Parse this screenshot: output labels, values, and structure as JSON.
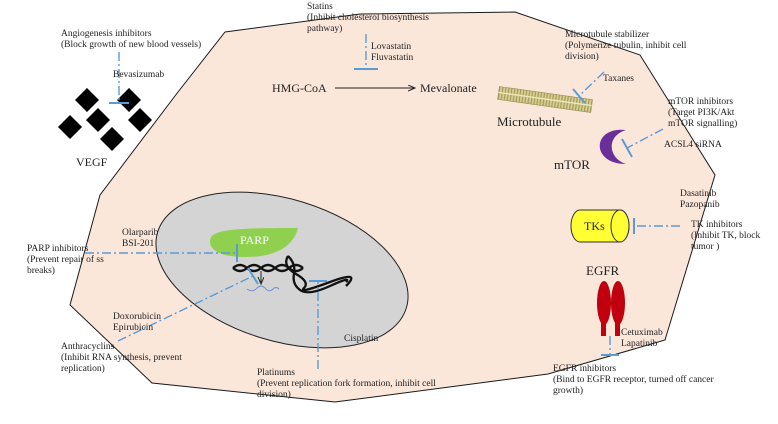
{
  "colors": {
    "cell_fill": "#fbe6da",
    "cell_stroke": "#1a1a1a",
    "nucleus_fill": "#d4d4d4",
    "inhibitor_line": "#5b9bd5",
    "parp_fill": "#8fd14f",
    "mtor_fill": "#6b2f9a",
    "tk_fill": "#ffff33",
    "egfr_fill": "#c0000e",
    "vegf_fill": "#000000",
    "microtubule_fill": "#cfc68a"
  },
  "icons": {
    "vegf": "diamond-cluster-icon",
    "microtubule": "striped-rod-icon",
    "mtor": "crescent-icon",
    "tks": "cylinder-icon",
    "egfr": "receptor-pair-icon",
    "parp": "leaf-blob-icon",
    "dna": "double-helix-icon"
  },
  "angiogenesis": {
    "title": "Angiogenesis inhibitors",
    "desc": "(Block growth of new blood vessels)",
    "drug": "Bevasizumab",
    "target": "VEGF"
  },
  "statins": {
    "title": "Statins",
    "desc": [
      "(Inhibit cholesterol biosynthesis",
      "pathway)"
    ],
    "drugs": [
      "Lovastatin",
      "Fluvastatin"
    ],
    "pathway_from": "HMG-CoA",
    "pathway_to": "Mevalonate"
  },
  "microtubule": {
    "title": "Microtubule stabilizer",
    "desc": [
      "(Polymerize tubulin, inhibit cell",
      "division)"
    ],
    "drug": "Taxanes",
    "target": "Microtubule"
  },
  "mtor": {
    "title": "mTOR inhibitors",
    "desc": [
      "(Target PI3K/Akt",
      "mTOR signalling)"
    ],
    "drug": "ACSL4 siRNA",
    "target": "mTOR"
  },
  "tk": {
    "drugs": [
      "Dasatinib",
      "Pazopanib"
    ],
    "target": "TKs",
    "title": "TK inhibitors",
    "desc": [
      "(Inhibit TK, block",
      "tumor )"
    ]
  },
  "egfr": {
    "target": "EGFR",
    "drugs": [
      "Cetuximab",
      "Lapatinib"
    ],
    "title": "EGFR inhibitors",
    "desc": [
      "(Bind to EGFR receptor, turned off cancer",
      "growth)"
    ]
  },
  "parp": {
    "drugs": [
      "Olarparib",
      "BSI-201"
    ],
    "title": "PARP inhibitors",
    "desc": [
      "(Prevent repair of ss",
      "breaks)"
    ],
    "target": "PARP"
  },
  "anthracyclins": {
    "drugs": [
      "Doxorubicin",
      "Epirubicin"
    ],
    "title": "Anthracyclins",
    "desc": [
      "(Inhibit RNA synthesis, prevent",
      "replication)"
    ]
  },
  "platinums": {
    "drug": "Cisplatin",
    "title": "Platinums",
    "desc": [
      "(Prevent replication fork formation, inhibit cell",
      "division)"
    ]
  }
}
